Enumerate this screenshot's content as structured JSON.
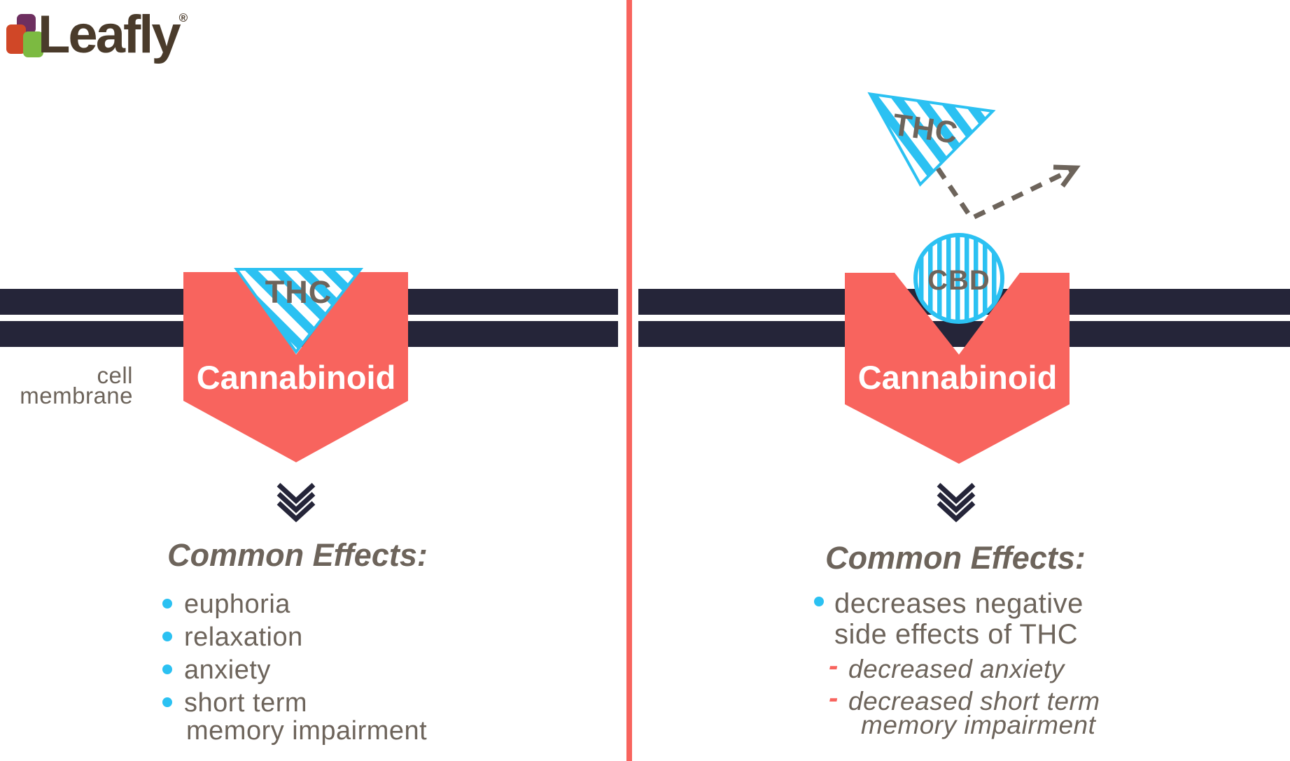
{
  "logo": {
    "brand": "Leafly",
    "registered": "®"
  },
  "divider": {
    "color": "#f8645e"
  },
  "left_panel": {
    "membrane_label": {
      "line1": "cell",
      "line2": "membrane"
    },
    "ligand": "THC",
    "receptor": "Cannabinoid",
    "heading": "Common Effects:",
    "effects": [
      {
        "label": "euphoria"
      },
      {
        "label": "relaxation"
      },
      {
        "label": "anxiety"
      },
      {
        "label": "short term",
        "label2": "memory impairment"
      }
    ]
  },
  "right_panel": {
    "ligand": "THC",
    "blocker": "CBD",
    "receptor": "Cannabinoid",
    "heading": "Common Effects:",
    "effect_main": {
      "line1": "decreases negative",
      "line2": "side effects of THC"
    },
    "sub_effects": {
      "item1": "decreased anxiety",
      "item2_line1": "decreased short term",
      "item2_line2": "memory impairment"
    }
  },
  "icons": {
    "chevron_double_down": "double chevron down arrow",
    "deflection_arrow": "dashed bounce-off arrow"
  },
  "colors": {
    "coral": "#f8645e",
    "navy": "#252539",
    "cyan": "#2bc1f2",
    "text_gray": "#6d645b",
    "logo_brown": "#4a3b2b",
    "logo_orange": "#d04727",
    "logo_purple": "#6e2f60",
    "logo_green": "#7cba41"
  }
}
